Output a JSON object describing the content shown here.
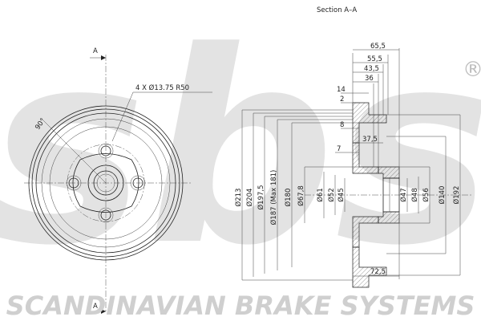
{
  "section_title": "Section  A–A",
  "section_markers": [
    "A",
    "A"
  ],
  "hole_callout": "4  X  Ø13.75    R50",
  "angle_label": "90°",
  "watermark": {
    "logo_text": "sbs",
    "registered_mark": "®",
    "tagline": "SCANDINAVIAN BRAKE SYSTEMS"
  },
  "dimensions": {
    "top": [
      "65,5",
      "55,5",
      "43,5",
      "36",
      "14",
      "2",
      "8",
      "37,5",
      "7"
    ],
    "bottom": [
      "72,5"
    ],
    "left_diameters": [
      "Ø213",
      "Ø204",
      "Ø197,5",
      "Ø187 (Max 181)",
      "Ø180",
      "Ø67,8",
      "Ø61",
      "Ø52",
      "Ø45"
    ],
    "right_diameters": [
      "Ø47",
      "Ø48",
      "Ø56",
      "Ø140",
      "Ø192"
    ]
  },
  "colors": {
    "line": "#222222",
    "watermark": "#d4d4d4"
  }
}
